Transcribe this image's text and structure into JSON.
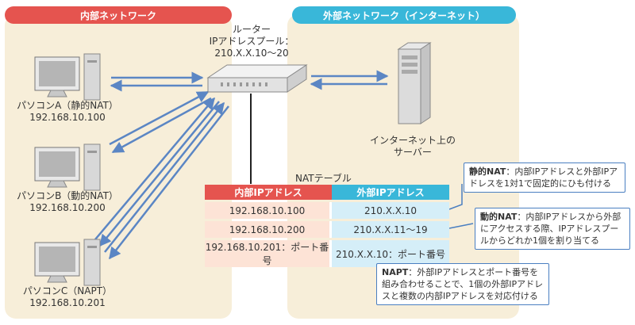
{
  "internal_zone": {
    "title": "内部ネットワーク",
    "color": "#e5544f"
  },
  "external_zone": {
    "title": "外部ネットワーク（インターネット）",
    "color": "#39b7d9"
  },
  "router": {
    "label_line1": "ルーター",
    "label_line2": "IPアドレスプール：",
    "label_line3": "210.X.X.10〜20"
  },
  "pcs": [
    {
      "name": "パソコンA（静的NAT）",
      "ip": "192.168.10.100"
    },
    {
      "name": "パソコンB（動的NAT）",
      "ip": "192.168.10.200"
    },
    {
      "name": "パソコンC（NAPT）",
      "ip": "192.168.10.201"
    }
  ],
  "server": {
    "label_line1": "インターネット上の",
    "label_line2": "サーバー"
  },
  "nat_table": {
    "title": "NATテーブル",
    "col_internal": "内部IPアドレス",
    "col_external": "外部IPアドレス",
    "rows": [
      {
        "internal": "192.168.10.100",
        "external": "210.X.X.10"
      },
      {
        "internal": "192.168.10.200",
        "external": "210.X.X.11〜19"
      },
      {
        "internal": "192.168.10.201：ポート番号",
        "external": "210.X.X.10：ポート番号"
      }
    ]
  },
  "callouts": {
    "static": {
      "term": "静的NAT",
      "text": "：内部IPアドレスと外部IPアドレスを1対1で固定的にひも付ける"
    },
    "dynamic": {
      "term": "動的NAT",
      "text": "：内部IPアドレスから外部にアクセスする際、IPアドレスプールからどれか1個を割り当てる"
    },
    "napt": {
      "term": "NAPT",
      "text": "：外部IPアドレスとポート番号を組み合わせることで、1個の外部IPアドレスと複数の内部IPアドレスを対応付ける"
    }
  },
  "colors": {
    "arrow": "#5b86c4",
    "zone_bg": "#f7eed9",
    "callout_border": "#4a7fc1"
  }
}
